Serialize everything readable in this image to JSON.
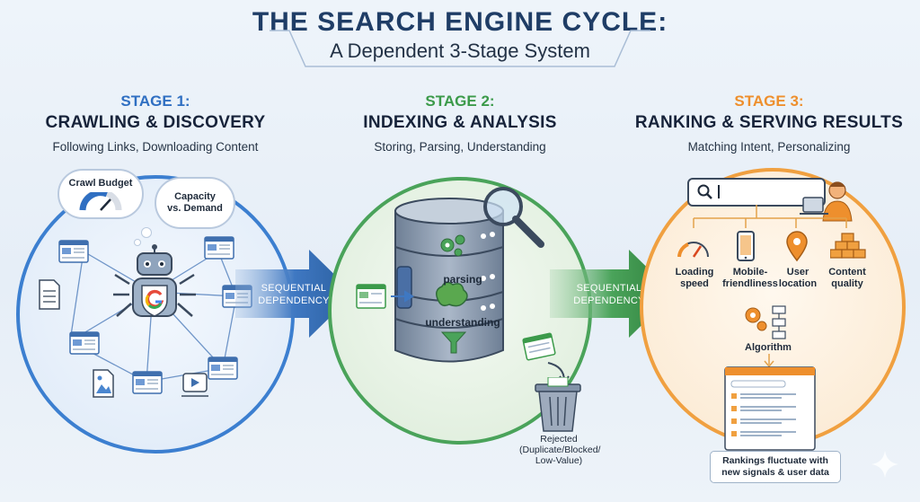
{
  "header": {
    "title": "THE SEARCH ENGINE CYCLE:",
    "subtitle": "A Dependent 3-Stage System"
  },
  "stages": [
    {
      "number": "STAGE 1:",
      "name": "CRAWLING & DISCOVERY",
      "description": "Following Links, Downloading Content",
      "color": "#2f6fc2"
    },
    {
      "number": "STAGE 2:",
      "name": "INDEXING & ANALYSIS",
      "description": "Storing, Parsing, Understanding",
      "color": "#3b9a4a"
    },
    {
      "number": "STAGE 3:",
      "name": "RANKING & SERVING RESULTS",
      "description": "Matching Intent, Personalizing",
      "color": "#ee8f2d"
    }
  ],
  "stage1": {
    "bubble_crawl_budget": "Crawl Budget",
    "bubble_capacity": "Capacity vs. Demand"
  },
  "connector_1": {
    "line1": "SEQUENTIAL",
    "line2": "DEPENDENCY"
  },
  "connector_2": {
    "line1": "SEQUENTIAL",
    "line2": "DEPENDENCY"
  },
  "stage2": {
    "parsing": "parsing",
    "understanding": "understanding",
    "rejected": "Rejected (Duplicate/Blocked/ Low-Value)"
  },
  "stage3": {
    "factors": [
      {
        "label": "Loading speed",
        "icon": "speedometer-icon"
      },
      {
        "label": "Mobile- friendliness",
        "icon": "phone-icon"
      },
      {
        "label": "User location",
        "icon": "location-pin-icon"
      },
      {
        "label": "Content quality",
        "icon": "blocks-icon"
      }
    ],
    "algorithm": "Algorithm",
    "note": "Rankings fluctuate with new signals & user data"
  }
}
